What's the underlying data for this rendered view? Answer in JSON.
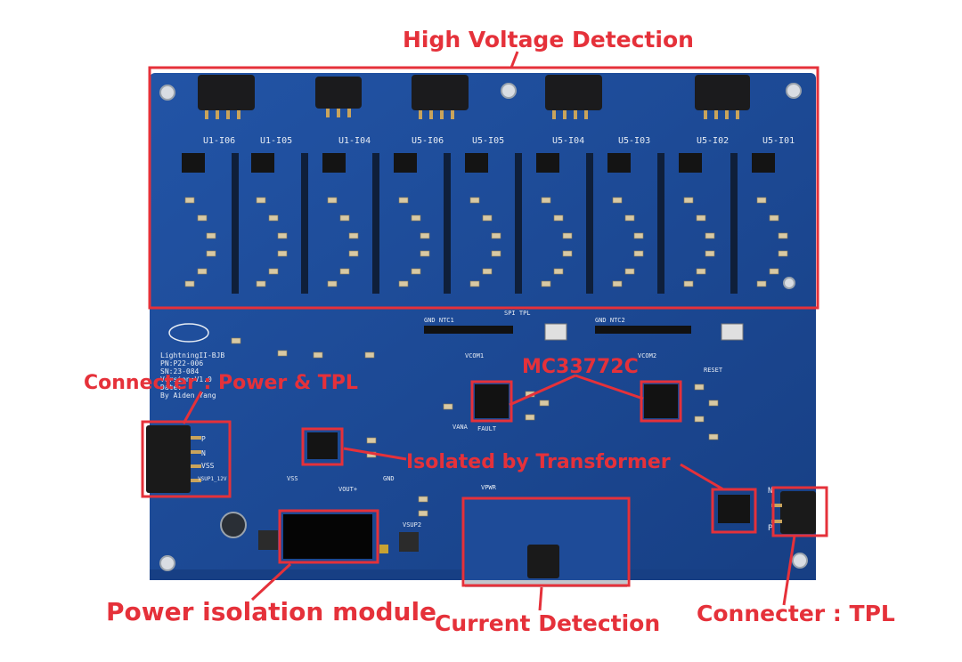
{
  "labels": {
    "high_voltage": "High Voltage Detection",
    "connector_power_tpl": "Connecter : Power & TPL",
    "mc33772c": "MC33772C",
    "isolated_transformer": "Isolated by Transformer",
    "power_isolation": "Power isolation module",
    "current_detection": "Current Detection",
    "connector_tpl": "Connecter : TPL"
  },
  "silkscreen": {
    "channels": [
      "U1-I06",
      "U1-I05",
      "U1-I04",
      "U5-I06",
      "U5-I05",
      "U5-I04",
      "U5-I03",
      "U5-I02",
      "U5-I01"
    ],
    "board_info": [
      "LightningII-BJB",
      "PN:P22-006",
      "SN:23-084",
      "Version:V1.0",
      "Date:",
      "By Aiden Yang"
    ],
    "connector_pins": [
      "P",
      "N",
      "VSS",
      "VSUP1_12V"
    ],
    "tpl_pins": [
      "N",
      "P"
    ],
    "misc": [
      "SPI TPL",
      "GND NTC1",
      "GND NTC2",
      "VCOM1",
      "VCOM2",
      "FAULT",
      "VANA",
      "VPWR",
      "VSS",
      "VOUT+",
      "GND",
      "RESET",
      "VSUP2"
    ]
  },
  "colors": {
    "annotation": "#e5313a",
    "board": "#1f4e9c",
    "board_dark": "#173f84"
  }
}
